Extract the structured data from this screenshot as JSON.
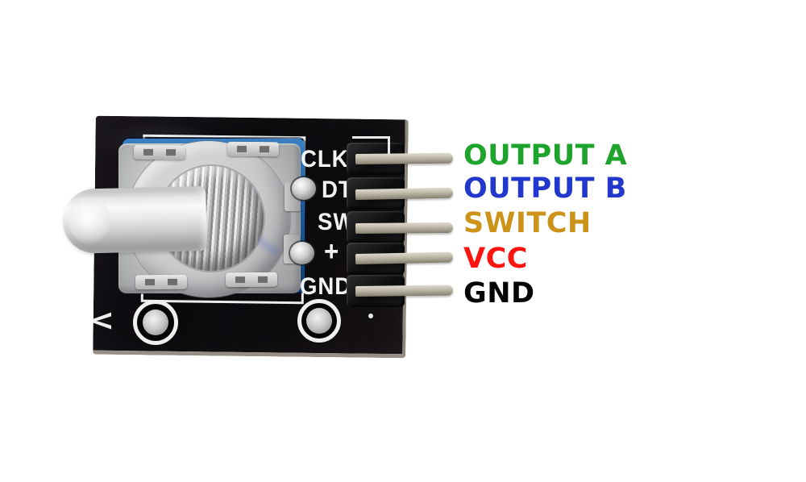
{
  "module": {
    "type": "rotary-encoder-module",
    "silkscreen": {
      "pins": [
        {
          "label": "CLK"
        },
        {
          "label": "DT"
        },
        {
          "label": "SW"
        },
        {
          "label": "+"
        },
        {
          "label": "GND"
        }
      ],
      "bottom_marking": "V"
    }
  },
  "pinout_legend": {
    "items": [
      {
        "pin": "CLK",
        "text": "OUTPUT A",
        "color": "#1ea32c"
      },
      {
        "pin": "DT",
        "text": "OUTPUT B",
        "color": "#2238cd"
      },
      {
        "pin": "SW",
        "text": "SWITCH",
        "color": "#cd9318"
      },
      {
        "pin": "+",
        "text": "VCC",
        "color": "#fb1410"
      },
      {
        "pin": "GND",
        "text": "GND",
        "color": "#050505"
      }
    ]
  },
  "colors": {
    "background": "#ffffff",
    "pcb": "#0c0a0d",
    "silkscreen": "#f2f2f2",
    "encoder_base_blue": "#2b6ba6",
    "pin_metal": "#b9b3a4"
  }
}
